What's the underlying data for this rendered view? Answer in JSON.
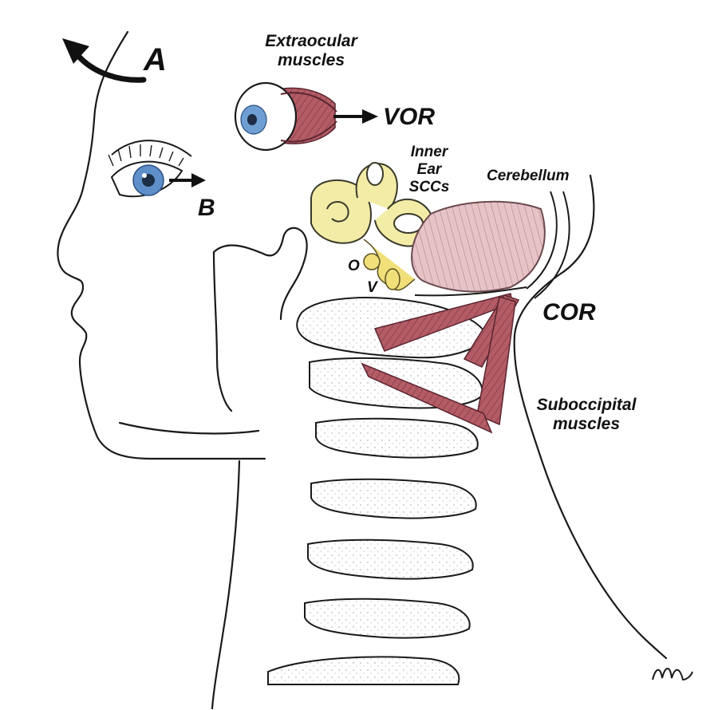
{
  "labels": {
    "a": "A",
    "b": "B",
    "vor": "VOR",
    "cor": "COR",
    "o": "O",
    "v": "V",
    "cerebellum": "Cerebellum",
    "extraocular": [
      "Extraocular",
      "muscles"
    ],
    "inner_ear": [
      "Inner",
      "Ear",
      "SCCs"
    ],
    "suboccipital": [
      "Suboccipital",
      "muscles"
    ]
  },
  "colors": {
    "outline": "#1a1a1a",
    "inner_ear": "#f3eca7",
    "vestibular_nerve": "#f1e07a",
    "cerebellum": "#e6c3c6",
    "muscle": "#b35c66",
    "iris": "#5f8fcb",
    "bone_shade": "#b9b9b9"
  },
  "icons": {
    "artist_signature": "signature-mark"
  }
}
